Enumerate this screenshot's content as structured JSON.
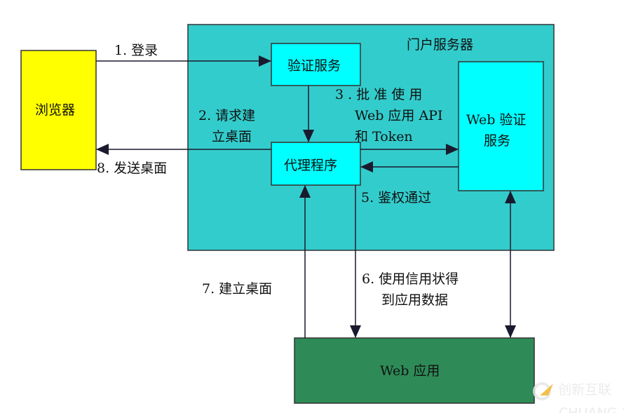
{
  "colors": {
    "portal": "#33cccc",
    "service_box": "#00ffff",
    "browser": "#ffff00",
    "web_app": "#2e8b57",
    "line": "#1a1a2e"
  },
  "nodes": {
    "portal_server": "门户服务器",
    "browser": "浏览器",
    "auth_service": "验证服务",
    "proxy": "代理程序",
    "web_auth_line1": "Web 验证",
    "web_auth_line2": "服务",
    "web_app": "Web 应用"
  },
  "edges": {
    "step1": "1.  登录",
    "step2_line1": "2.  请求建",
    "step2_line2": "立桌面",
    "step3_line1": "3 .  批 准 使 用",
    "step3_line2": "Web 应用 API",
    "step3_line3": "和 Token",
    "step5": "5.  鉴权通过",
    "step6_line1": "6. 使用信用状得",
    "step6_line2": "到应用数据",
    "step7": "7.  建立桌面",
    "step8": "8.  发送桌面"
  },
  "watermark": {
    "text": "创新互联",
    "subtext": "CHUANG XIN HU LIAN"
  }
}
